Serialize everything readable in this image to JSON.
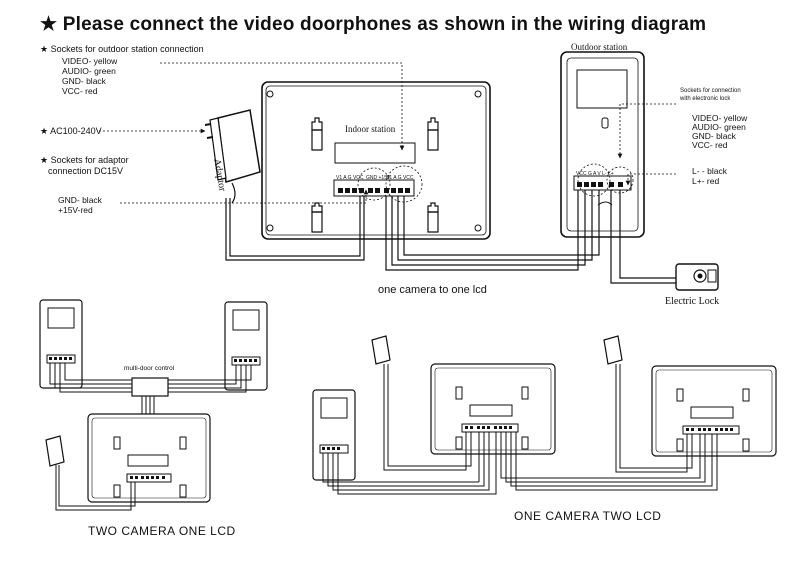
{
  "title": "★ Please connect the video doorphones as shown in the wiring diagram",
  "labels": {
    "outdoor_sockets_heading": "★ Sockets for outdoor station connection",
    "outdoor_video": "VIDEO- yellow",
    "outdoor_audio": "AUDIO- green",
    "outdoor_gnd": "GND- black",
    "outdoor_vcc": "VCC- red",
    "ac_power": "★ AC100-240V",
    "adaptor_heading_1": "★ Sockets for adaptor",
    "adaptor_heading_2": "connection DC15V",
    "adaptor_gnd": "GND- black",
    "adaptor_15v": "+15V-red",
    "adaptor_device": "Adaptor",
    "indoor_station": "Indoor station",
    "indoor_terminals_left": "V1 A  G VCC",
    "indoor_terminals_mid": "GND +15V",
    "indoor_terminals_right": "V1 A  G VCC",
    "outdoor_station": "Outdoor station",
    "outdoor_terminals": "VCC G  A V  L-  L+",
    "lock_sockets_1": "Sockets for connection",
    "lock_sockets_2": "with electronic lock",
    "lock_video": "VIDEO- yellow",
    "lock_audio": "AUDIO- green",
    "lock_gnd": "GND- black",
    "lock_vcc": "VCC- red",
    "lock_lminus": "L- - black",
    "lock_lplus": "L+- red",
    "electric_lock": "Electric Lock",
    "multi_door_control": "multi-door control"
  },
  "captions": {
    "one_to_one": "one camera  to one lcd",
    "two_one": "TWO CAMERA  ONE  LCD",
    "one_two": "ONE  CAMERA  TWO  LCD"
  }
}
